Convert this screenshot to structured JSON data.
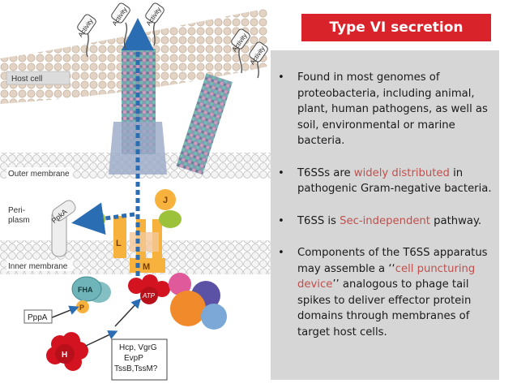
{
  "title": "Type VI secretion system",
  "labels": {
    "host_cell": "Host cell",
    "outer_membrane": "Outer membrane",
    "periplasm": "Peri-\nplasm",
    "inner_membrane": "Inner membrane",
    "activity": "Activity",
    "ppka": "PpkA",
    "ppPA": "PppA",
    "fha": "FHA",
    "p": "P",
    "h": "H",
    "j": "J",
    "l": "L",
    "m": "M",
    "atp": "ATP",
    "box_line1": "Hcp, VgrG",
    "box_line2": "EvpP",
    "box_line3": "TssB,TssM?"
  },
  "bullets": [
    {
      "bullet": "•",
      "parts": [
        {
          "text": "Found in most genomes of proteobacteria, including animal, plant, human pathogens, as well as soil, environmental or marine bacteria.",
          "hl": false
        }
      ]
    },
    {
      "bullet": "•",
      "parts": [
        {
          "text": "T6SSs are ",
          "hl": false
        },
        {
          "text": "widely distributed",
          "hl": true
        },
        {
          "text": " in pathogenic Gram-negative bacteria.",
          "hl": false
        }
      ]
    },
    {
      "bullet": "•",
      "parts": [
        {
          "text": "T6SS is ",
          "hl": false
        },
        {
          "text": "Sec-independent",
          "hl": true
        },
        {
          "text": " pathway.",
          "hl": false
        }
      ]
    },
    {
      "bullet": "•",
      "parts": [
        {
          "text": "Components of the T6SS apparatus may assemble a ‘‘",
          "hl": false
        },
        {
          "text": "cell puncturing device",
          "hl": true
        },
        {
          "text": "’’ analogous to phage tail spikes to deliver effector protein domains through membranes of target host cells.",
          "hl": false
        }
      ]
    }
  ],
  "colors": {
    "title_bg": "#d9232a",
    "panel_bg": "#d6d6d6",
    "highlight": "#c0504d",
    "arrow_blue": "#2a6db3"
  }
}
